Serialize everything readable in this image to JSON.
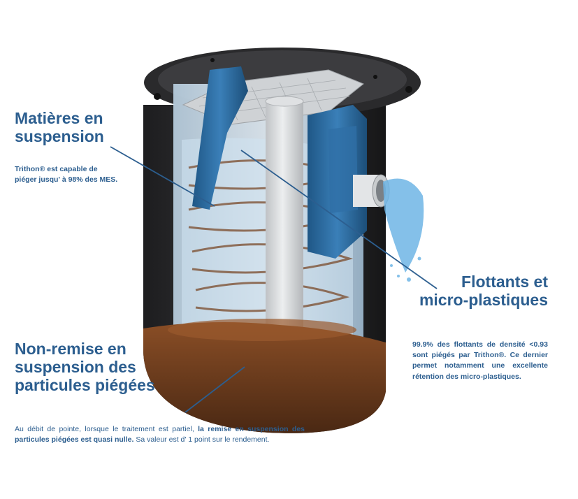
{
  "labels": {
    "mes": {
      "title_line1": "Matières en",
      "title_line2": "suspension",
      "desc_line1": "Trithon® est capable de",
      "desc_line2": "piéger jusqu' à 98% des MES."
    },
    "flottants": {
      "title_line1": "Flottants et",
      "title_line2": "micro-plastiques",
      "desc": "99.9% des flottants de densité <0.93 sont piégés par Trithon®. Ce dernier permet notamment une excellente rétention des micro-plastiques."
    },
    "non_remise": {
      "title_line1": "Non-remise en",
      "title_line2": "suspension des",
      "title_line3": "particules piégées",
      "desc_part1": "Au débit de pointe, lorsque le traitement est partiel, ",
      "desc_bold": "la remise en suspension des particules piégées est quasi nulle.",
      "desc_part2": " Sa valeur est d' 1 point sur le rendement."
    }
  },
  "colors": {
    "title_blue": "#2c5e8f",
    "tank_body": "#2b2b2d",
    "inner_blue": "#2b6aa0",
    "sludge": "#6b3a1e",
    "pipe_grey": "#d4d6d8",
    "water_spray": "#6fb6e6"
  }
}
